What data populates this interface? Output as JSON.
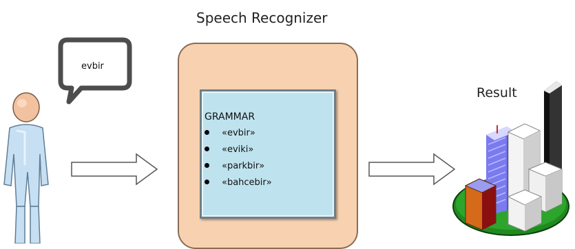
{
  "title": "Speech Recognizer",
  "speech_bubble_text": "evbir",
  "grammar": {
    "title": "GRAMMAR",
    "items": [
      "«evbir»",
      "«eviki»",
      "«parkbir»",
      "«bahcebir»"
    ]
  },
  "result_label": "Result",
  "icons": [
    "person-icon",
    "speech-bubble-icon",
    "arrow-right-icon",
    "city-icon"
  ],
  "colors": {
    "recognizer_fill": "#f8d2b0",
    "grammar_fill": "#bfe3ee",
    "person_fill": "#c7dff2",
    "skin": "#f2c2a0"
  }
}
